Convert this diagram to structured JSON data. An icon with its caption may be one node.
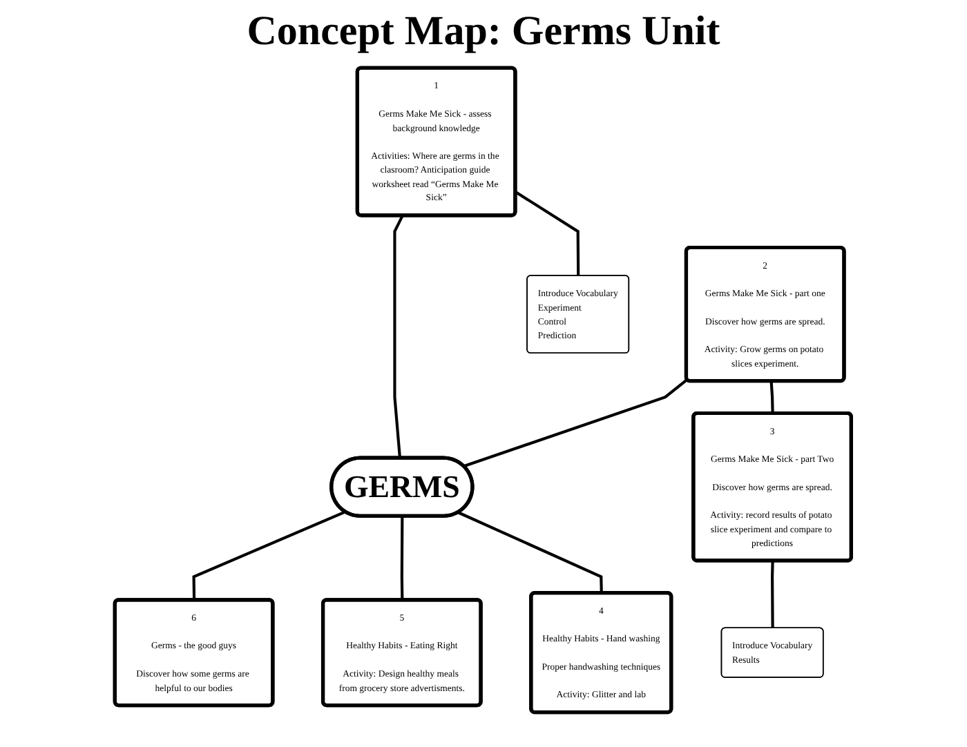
{
  "diagram": {
    "title": "Concept Map: Germs Unit",
    "nodes": [
      {
        "text": [
          "1",
          "Germs Make Me Sick - assess background knowledge",
          "Activities: Where are germs in the clasroom? Anticipation guide worksheet read “Germs Make Me Sick”"
        ]
      },
      {
        "text": [
          "2",
          "Germs Make Me Sick - part one",
          "Discover how germs are spread.",
          "Activity: Grow germs on potato slices experiment."
        ]
      },
      {
        "text": [
          "3",
          "Germs Make Me Sick - part Two",
          "Discover how germs are spread.",
          "Activity: record results of potato slice experiment and compare to predictions"
        ]
      },
      {
        "text": [
          "Introduce Vocabulary",
          "Experiment",
          "Control",
          "Prediction"
        ]
      },
      {
        "text": [
          "Introduce Vocabulary",
          "Results"
        ]
      },
      {
        "text": [
          "GERMS"
        ]
      },
      {
        "text": [
          "6",
          "Germs - the good guys",
          "Discover how some germs are helpful to our bodies"
        ]
      },
      {
        "text": [
          "5",
          "Healthy Habits - Eating Right",
          "Activity: Design healthy meals from grocery store advertisments."
        ]
      },
      {
        "text": [
          "4",
          "Healthy Habits - Hand washing",
          "Proper handwashing techniques",
          "Activity: Glitter and lab"
        ]
      }
    ],
    "edges": [
      {
        "from": 0,
        "to": 5,
        "arrow": "none"
      },
      {
        "from": 1,
        "to": 5,
        "arrow": "none"
      },
      {
        "from": 1,
        "to": 2,
        "arrow": "none"
      },
      {
        "from": 0,
        "to": 3,
        "arrow": "none"
      },
      {
        "from": 2,
        "to": 4,
        "arrow": "none"
      },
      {
        "from": 5,
        "to": 6,
        "arrow": "none"
      },
      {
        "from": 5,
        "to": 7,
        "arrow": "none"
      },
      {
        "from": 5,
        "to": 8,
        "arrow": "none"
      }
    ]
  }
}
